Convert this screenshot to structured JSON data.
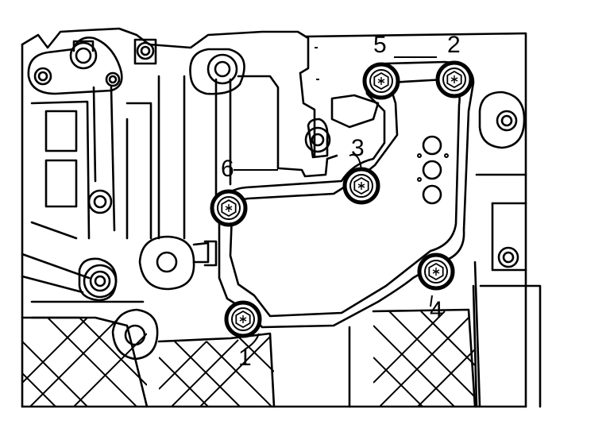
{
  "diagram": {
    "bolt_labels": [
      "5",
      "2",
      "3",
      "6",
      "4",
      "1"
    ]
  }
}
